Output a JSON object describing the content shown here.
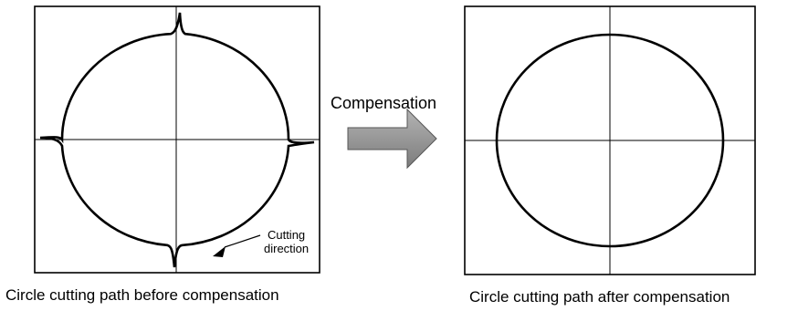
{
  "panels": {
    "before": {
      "caption": "Circle cutting path before compensation"
    },
    "after": {
      "caption": "Circle cutting path after compensation"
    }
  },
  "arrow": {
    "label": "Compensation",
    "fill_color": "#9a9a9a"
  },
  "annotation": {
    "line1": "Cutting",
    "line2": "direction"
  },
  "icons": [
    "block-arrow-right-icon",
    "triangle-pointer-icon"
  ]
}
